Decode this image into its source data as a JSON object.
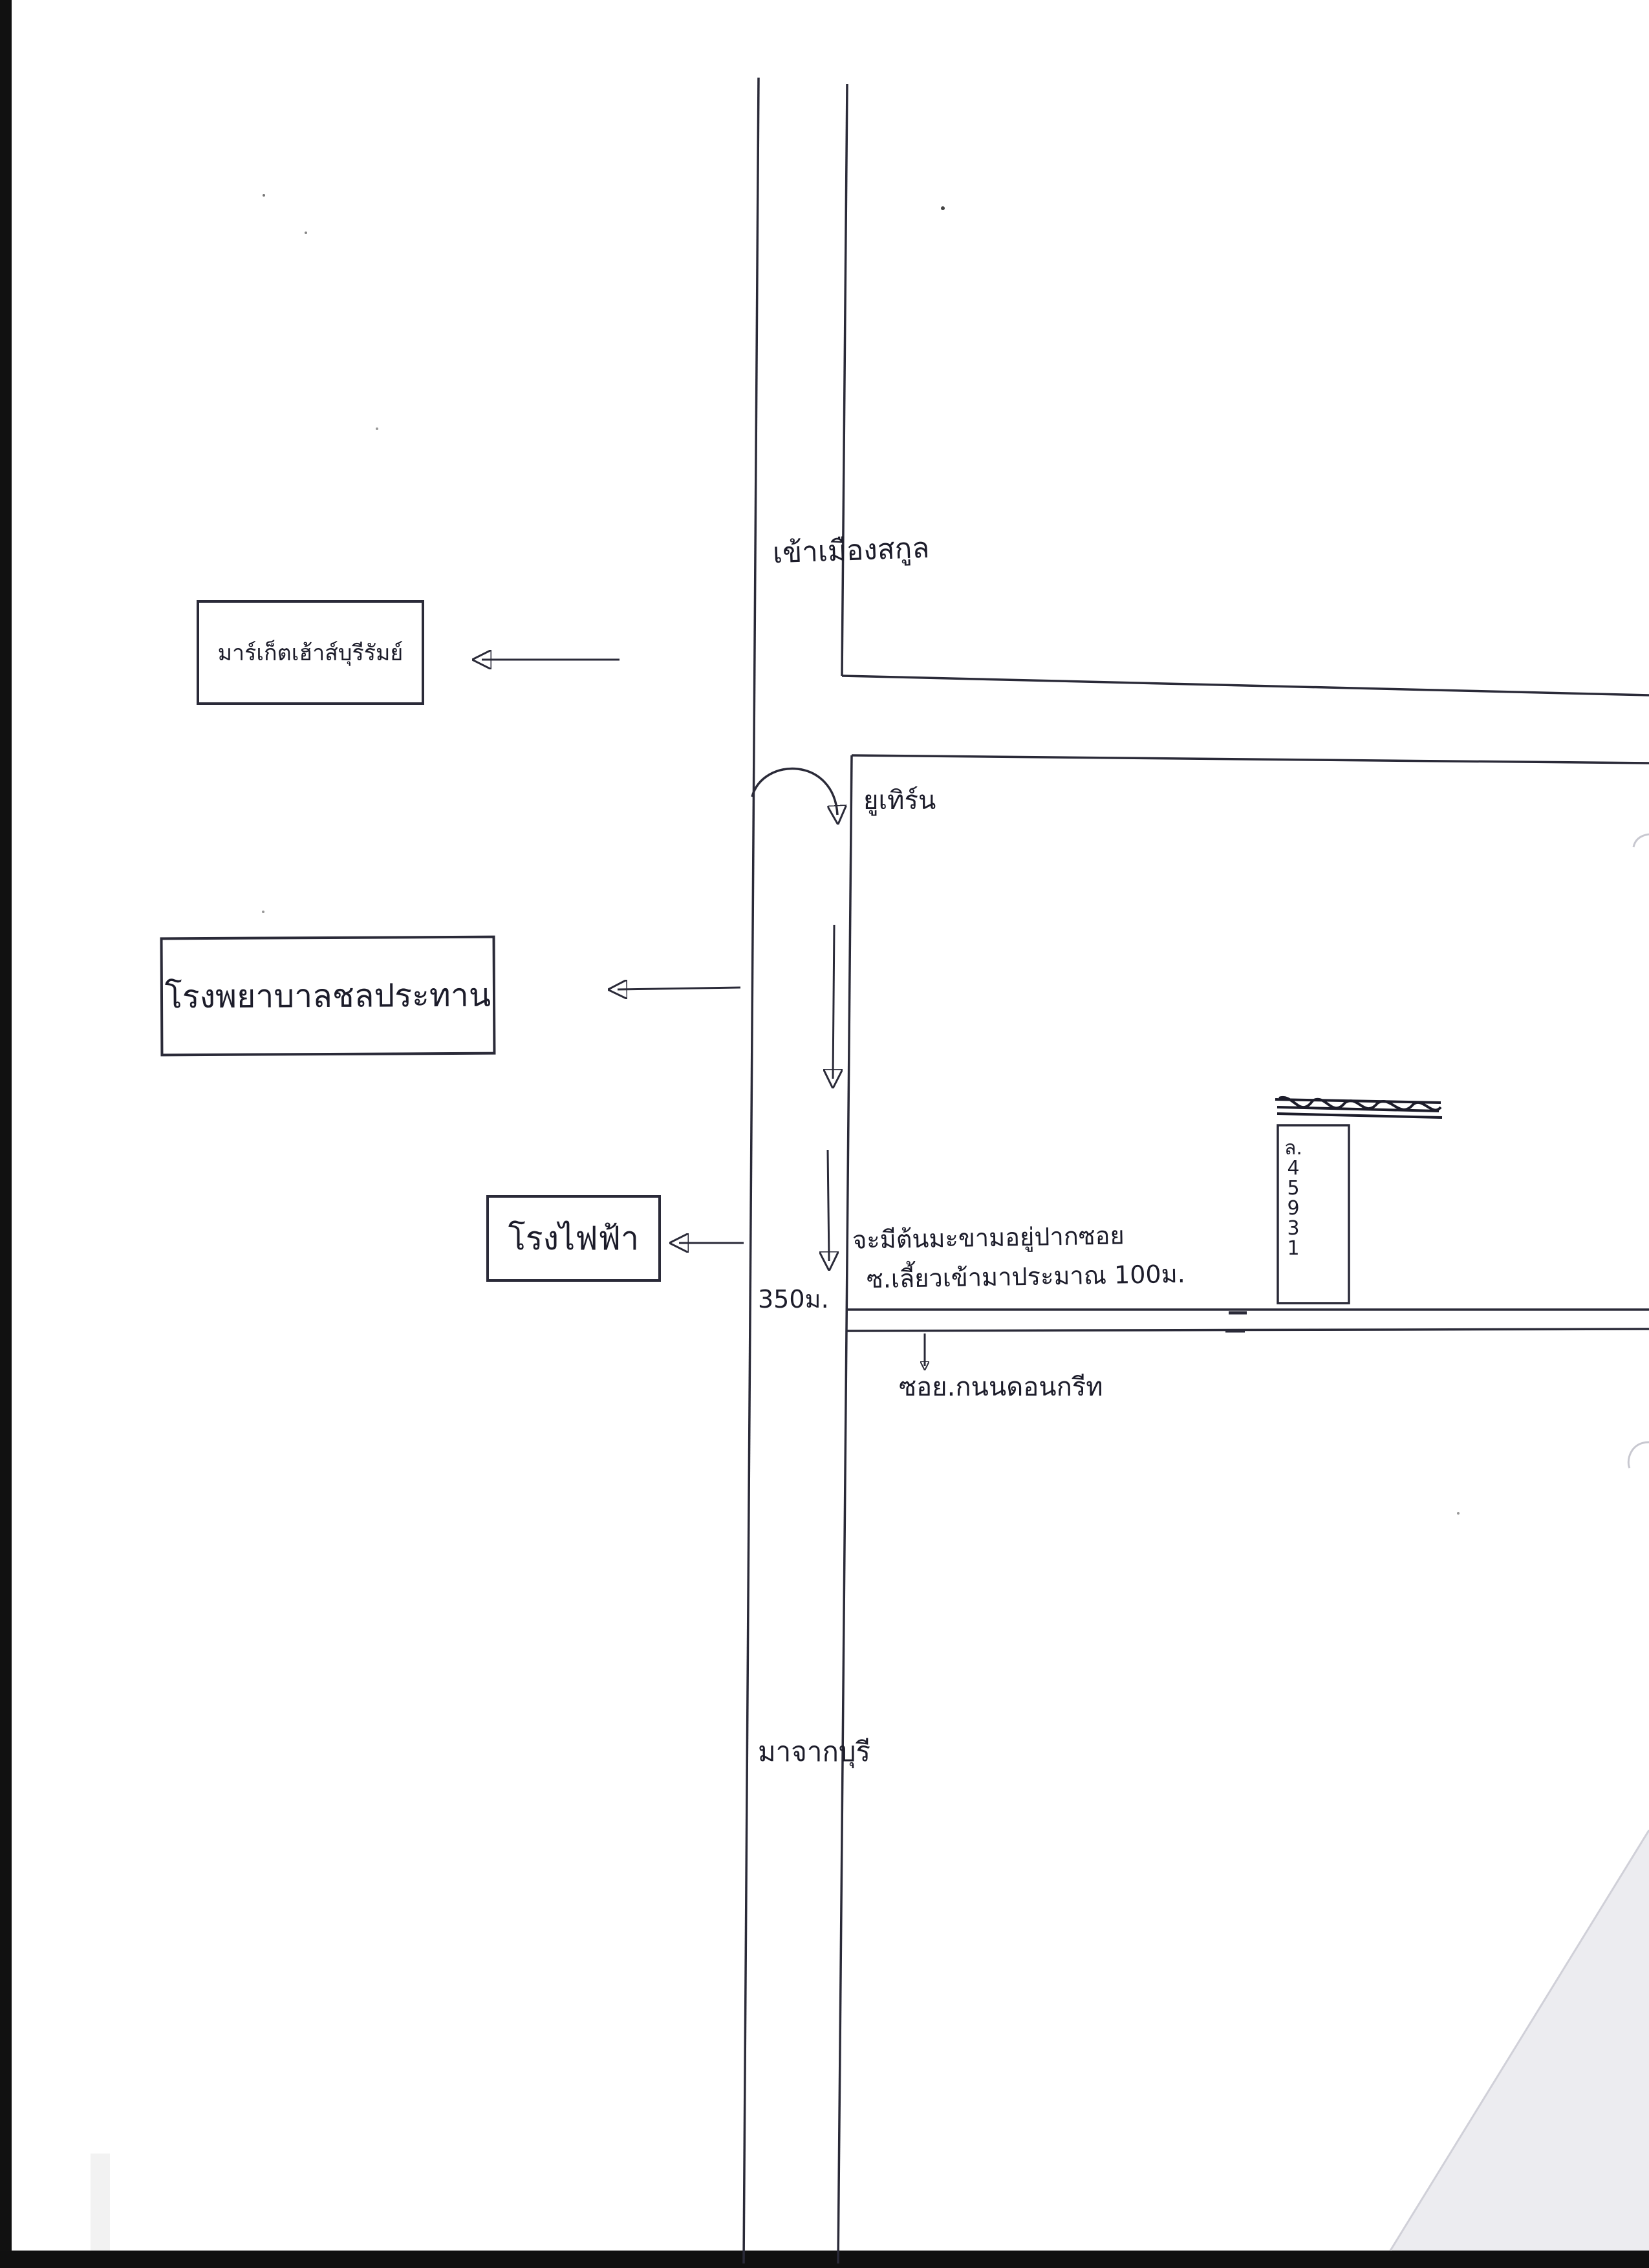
{
  "map": {
    "labels": {
      "road_north": "เข้าเมืองสกูล",
      "road_south": "มาจากบุรี",
      "uturn": "ยูเทิร์น",
      "distance": "350ม.",
      "note_line1": "จะมีต้นมะขามอยู่ปากซอย",
      "note_line2": "ซ.เลี้ยวเข้ามาประมาณ 100ม.",
      "soi_name": "ซอย.กนนดอนกรีท"
    },
    "landmarks": {
      "market": "มาร์เก็ตเฮ้าส์บุรีรัมย์",
      "hospital": "โรงพยาบาลชลประทาน",
      "power_station": "โรงไฟฟ้า"
    },
    "destination": {
      "label_chars": [
        "ล.",
        "4",
        "5",
        "9",
        "3",
        "1"
      ]
    },
    "colors": {
      "ink": "#2a2a38",
      "paper": "#ffffff",
      "edge": "#111111"
    }
  }
}
